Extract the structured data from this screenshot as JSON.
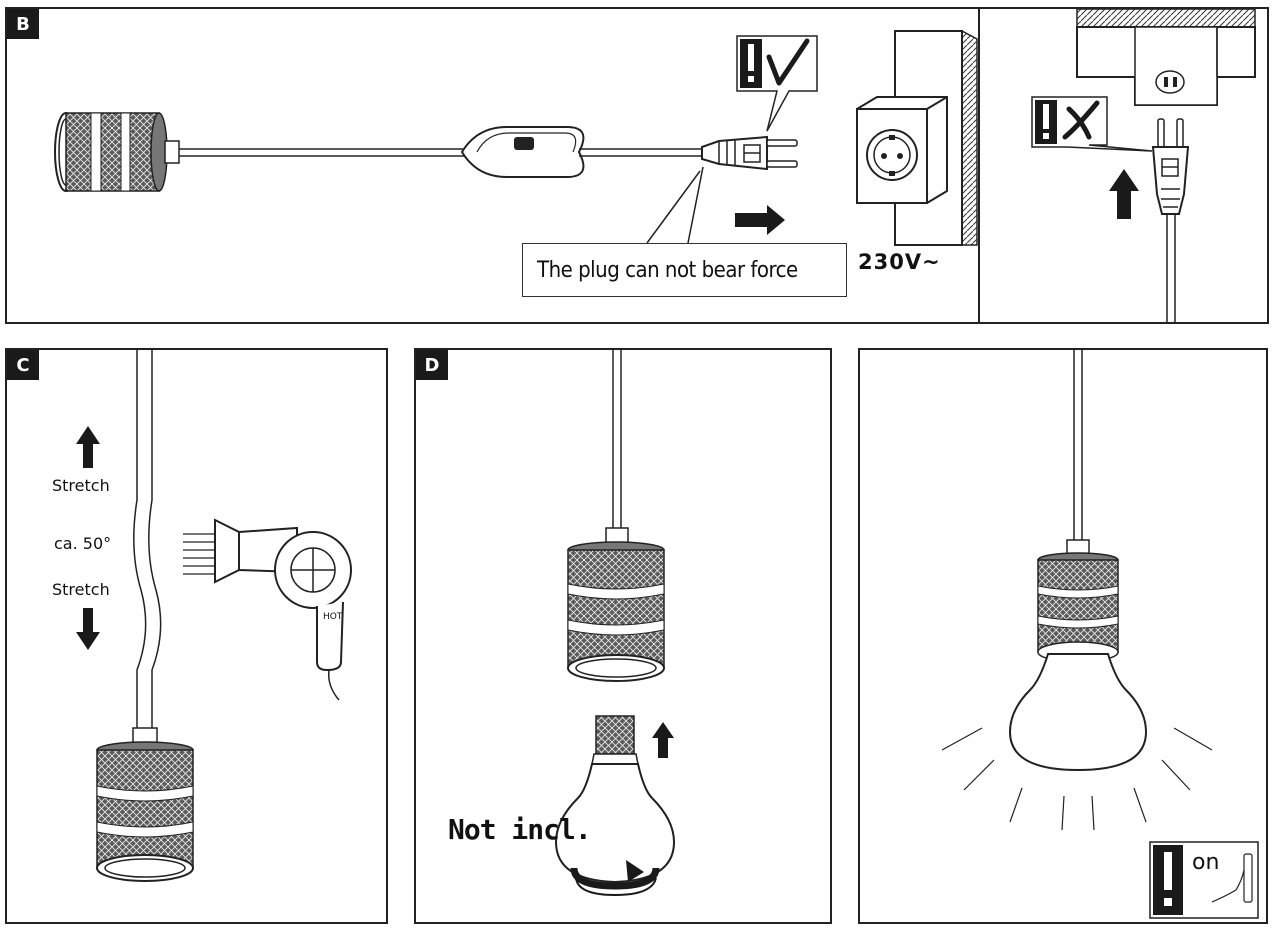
{
  "panels": {
    "b": {
      "tag": "B",
      "plug_note": "The plug can not bear force",
      "voltage": "230V~"
    },
    "c": {
      "tag": "C",
      "stretch_top": "Stretch",
      "temperature": "ca. 50°",
      "stretch_bottom": "Stretch",
      "dryer_label": "HOT"
    },
    "d": {
      "tag": "D",
      "bulb_note": "Not incl."
    },
    "e": {
      "switch_label": "on"
    }
  },
  "icons": {
    "warning": "exclamation-icon",
    "check": "check-mark-icon",
    "cross": "cross-mark-icon",
    "arrow": "arrow-icon",
    "rotate": "rotate-arrow-icon"
  },
  "colors": {
    "ink": "#1a1a1a",
    "paper": "#ffffff"
  }
}
